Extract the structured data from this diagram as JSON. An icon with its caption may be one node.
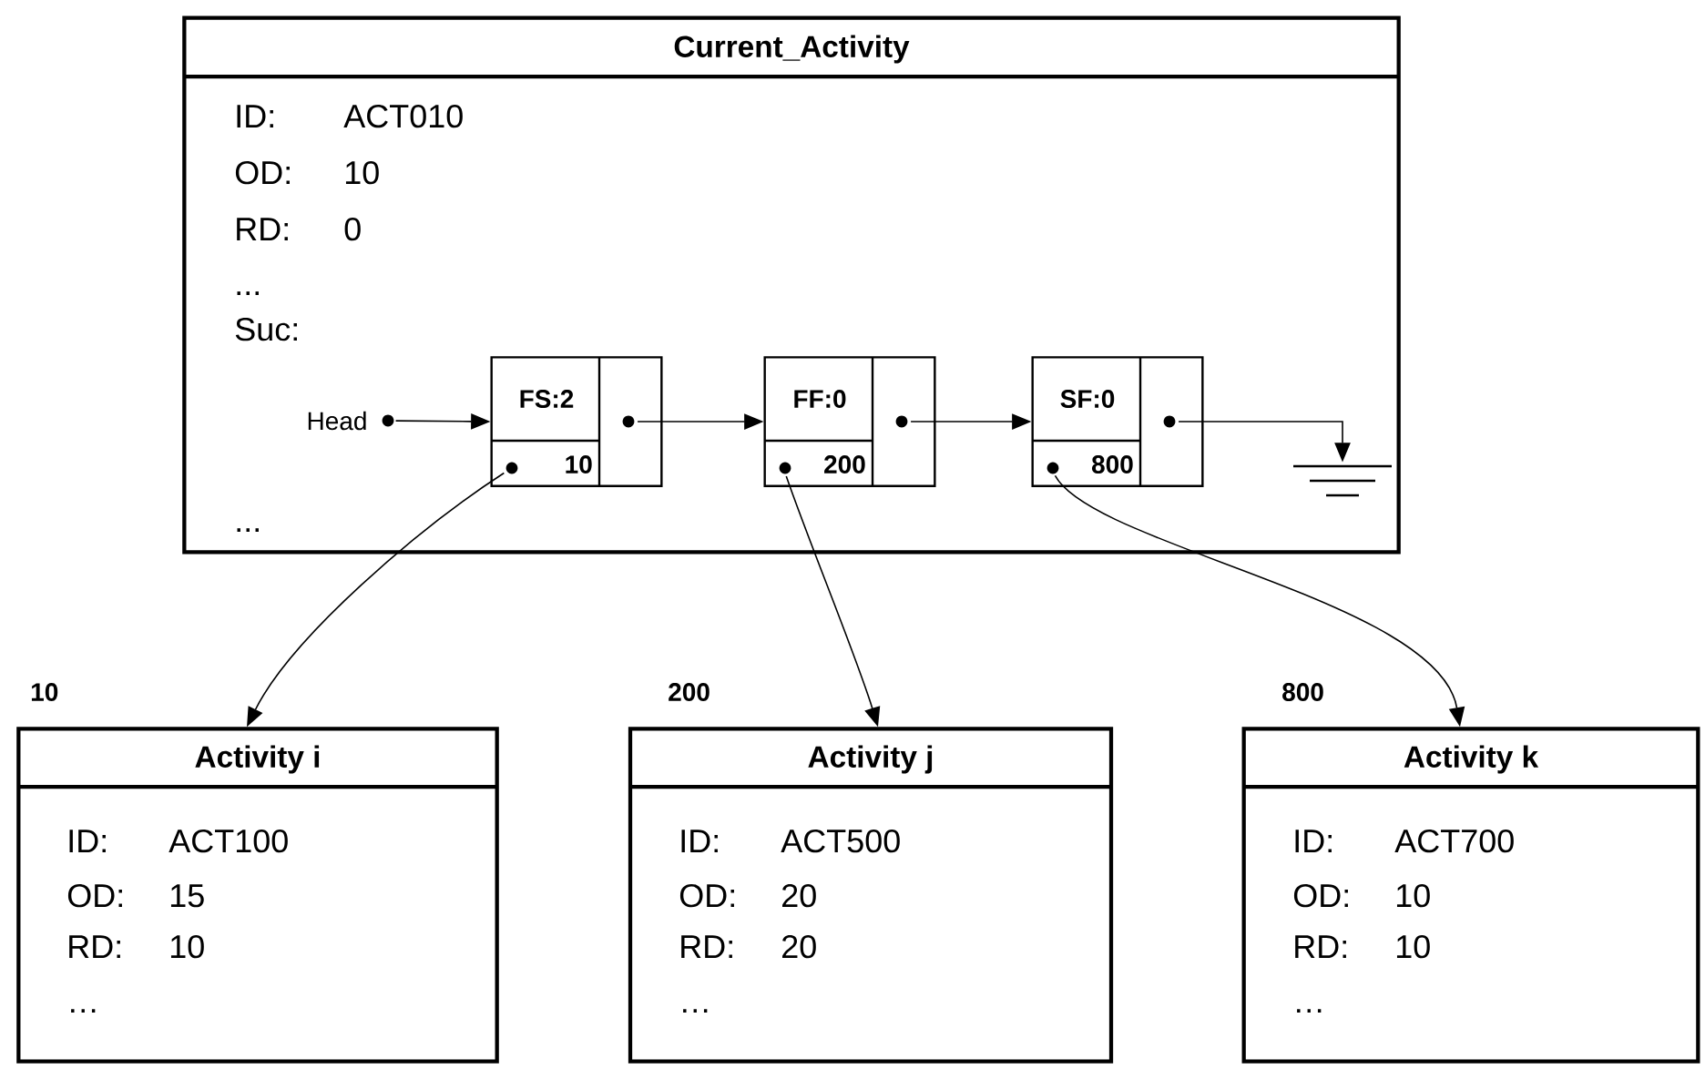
{
  "diagram": {
    "nodes": [
      {
        "text": [
          "Current_Activity",
          "ID:",
          "ACT010",
          "OD:",
          "10",
          "RD:",
          "0",
          "...",
          "Suc:",
          "..."
        ]
      },
      {
        "text": [
          "Head"
        ],
        "in": 0
      },
      {
        "text": [
          "FS:2",
          "10"
        ],
        "in": 0
      },
      {
        "text": [
          "FF:0",
          "200"
        ],
        "in": 0
      },
      {
        "text": [
          "SF:0",
          "800"
        ],
        "in": 0
      },
      {
        "text": [],
        "shape": "ground",
        "in": 0
      },
      {
        "text": [
          "Activity i",
          "ID:",
          "ACT100",
          "OD:",
          "15",
          "RD:",
          "10",
          "…"
        ],
        "beside": [
          "10"
        ]
      },
      {
        "text": [
          "Activity j",
          "ID:",
          "ACT500",
          "OD:",
          "20",
          "RD:",
          "20",
          "…"
        ],
        "beside": [
          "200"
        ]
      },
      {
        "text": [
          "Activity k",
          "ID:",
          "ACT700",
          "OD:",
          "10",
          "RD:",
          "10",
          "…"
        ],
        "beside": [
          "800"
        ]
      }
    ],
    "edges": [
      {
        "from": 1,
        "to": 2,
        "arrow": "to"
      },
      {
        "from": 2,
        "to": 3,
        "arrow": "to"
      },
      {
        "from": 3,
        "to": 4,
        "arrow": "to"
      },
      {
        "from": 4,
        "to": 5,
        "arrow": "to"
      },
      {
        "from": 2,
        "to": 6,
        "arrow": "to"
      },
      {
        "from": 3,
        "to": 7,
        "arrow": "to"
      },
      {
        "from": 4,
        "to": 8,
        "arrow": "to"
      }
    ]
  }
}
